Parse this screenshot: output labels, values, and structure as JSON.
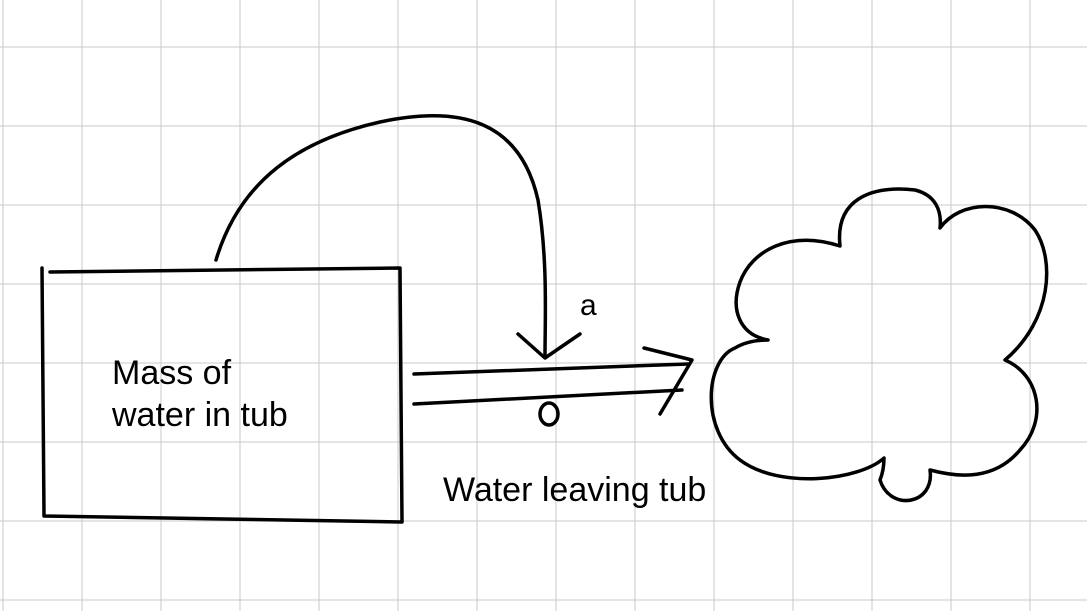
{
  "stock": {
    "line1": "Mass of",
    "line2": "water in tub"
  },
  "flow": {
    "label": "Water leaving tub"
  },
  "link_polarity": "a",
  "valve_mark": "o",
  "colors": {
    "ink": "#000000",
    "grid": "#c8c8c8",
    "background": "#ffffff"
  },
  "shapes": {
    "stock": "rectangle",
    "sink": "cloud-icon",
    "flow": "double-line-arrow",
    "link": "curved-arrow"
  }
}
